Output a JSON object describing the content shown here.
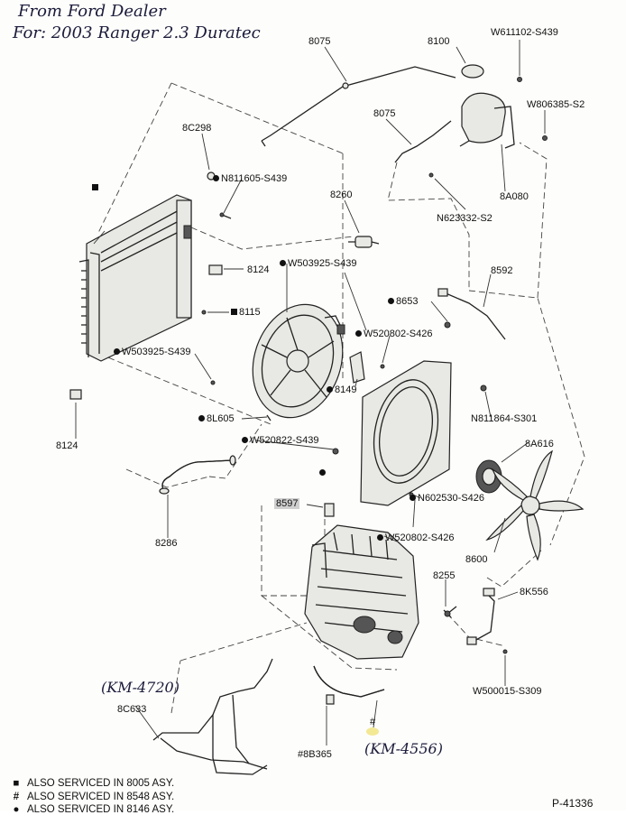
{
  "handwritten": {
    "line1": "From Ford Dealer",
    "line2": "For: 2003 Ranger 2.3 Duratec",
    "tool1": "(KM-4720)",
    "tool2": "(KM-4556)"
  },
  "callouts": {
    "c8075a": "8075",
    "c8100": "8100",
    "cW611102": "W611102-S439",
    "cW806385": "W806385-S2",
    "c8075b": "8075",
    "c8C298": "8C298",
    "cN811605": "N811605-S439",
    "c8A080": "8A080",
    "cN623332": "N623332-S2",
    "c8260": "8260",
    "c8124a": "8124",
    "cW503925a": "W503925-S439",
    "c8592": "8592",
    "c8653": "8653",
    "c8115": "8115",
    "cW520802a": "W520802-S426",
    "cW503925b": "W503925-S439",
    "c8149": "8149",
    "cN811864": "N811864-S301",
    "c8L605": "8L605",
    "c8124b": "8124",
    "cW520822": "W520822-S439",
    "c8A616": "8A616",
    "c8597": "8597",
    "cN602530": "N602530-S426",
    "c8286": "8286",
    "cW520802b": "W520802-S426",
    "c8600": "8600",
    "c8255": "8255",
    "c8K556": "8K556",
    "cW500015": "W500015-S309",
    "c8C633": "8C633",
    "c8B365": "#8B365",
    "cHash": "#"
  },
  "legend": [
    {
      "mark": "■",
      "text": "ALSO SERVICED IN 8005 ASY."
    },
    {
      "mark": "#",
      "text": "ALSO SERVICED IN 8548 ASY."
    },
    {
      "mark": "●",
      "text": "ALSO SERVICED IN 8146 ASY."
    }
  ],
  "figure_id": "P-41336",
  "colors": {
    "ink": "#222222",
    "handwriting": "#1a1a3a",
    "highlight": "#cfcfcf",
    "marker": "#f0e27a"
  }
}
